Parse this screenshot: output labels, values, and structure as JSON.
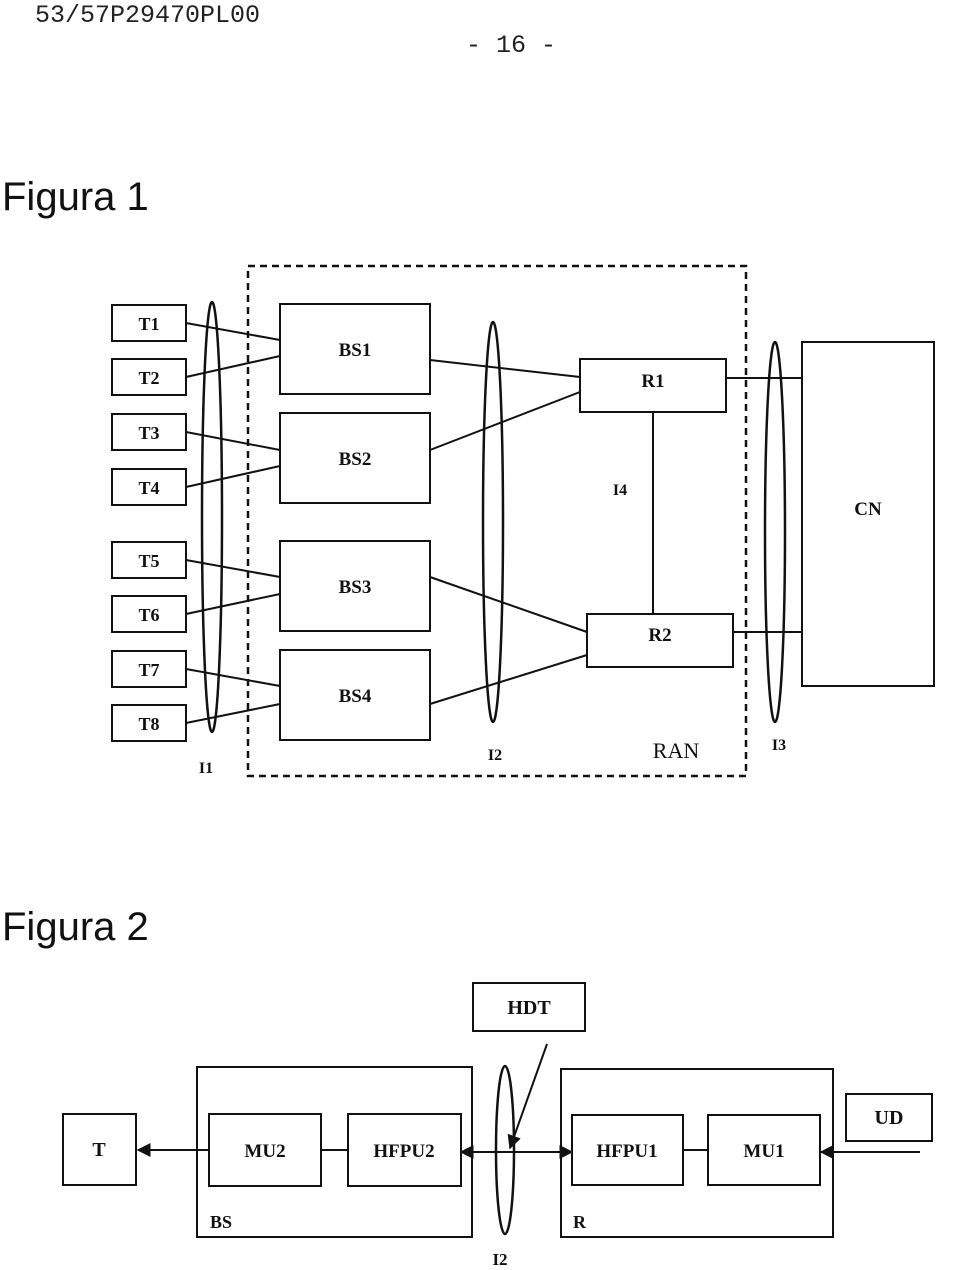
{
  "header": {
    "doc_id": "53/57P29470PL00",
    "page_number": "- 16 -"
  },
  "figure1": {
    "title": "Figura 1",
    "terminals": [
      "T1",
      "T2",
      "T3",
      "T4",
      "T5",
      "T6",
      "T7",
      "T8"
    ],
    "base_stations": [
      "BS1",
      "BS2",
      "BS3",
      "BS4"
    ],
    "routers": [
      "R1",
      "R2"
    ],
    "core": "CN",
    "interfaces": {
      "i1": "I1",
      "i2": "I2",
      "i3": "I3",
      "i4": "I4"
    },
    "region": "RAN"
  },
  "figure2": {
    "title": "Figura 2",
    "hdt": "HDT",
    "terminal": "T",
    "bs": {
      "label": "BS",
      "mu": "MU2",
      "hfpu": "HFPU2"
    },
    "r": {
      "label": "R",
      "hfpu": "HFPU1",
      "mu": "MU1"
    },
    "ud": "UD",
    "interface": "I2"
  }
}
